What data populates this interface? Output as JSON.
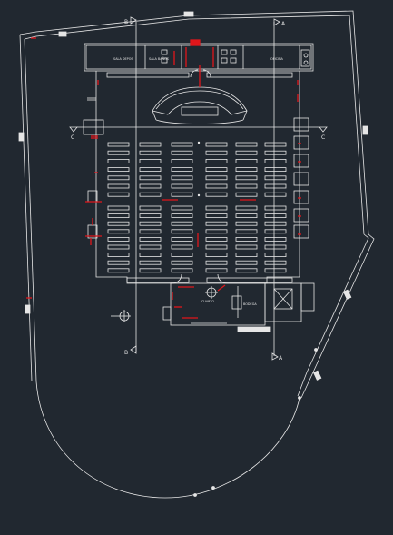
{
  "colors": {
    "background": "#212830",
    "line": "#e6e6e6",
    "accent": "#e0161b"
  },
  "section_markers": {
    "a": "A",
    "b": "B",
    "c": "C"
  },
  "room_labels": {
    "left_room": "SALA DEPOS",
    "mid_room": "SALA BAÑOS",
    "right_room": "OFICINA",
    "lower_center": "CUARTO",
    "lower_right": "BODEGA"
  },
  "icons": [
    "section-marker-icon",
    "column-symbol-icon",
    "door-swing-icon",
    "grid-line-icon"
  ]
}
